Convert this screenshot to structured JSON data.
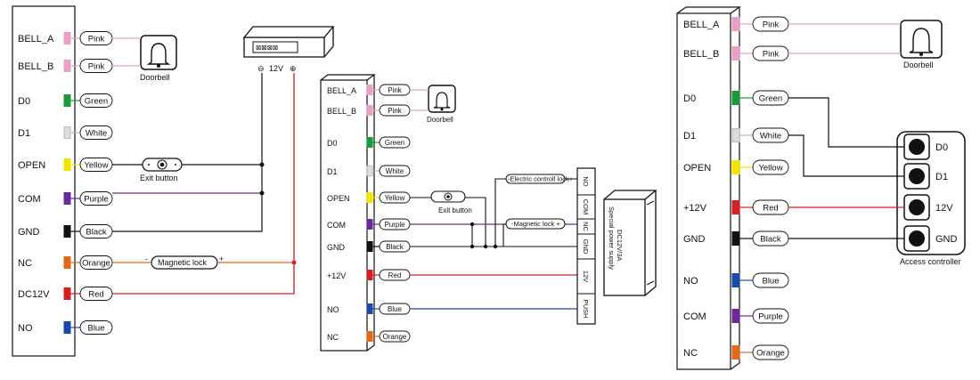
{
  "panel1": {
    "pins": [
      "BELL_A",
      "BELL_B",
      "D0",
      "D1",
      "OPEN",
      "COM",
      "GND",
      "NC",
      "DC12V",
      "NO"
    ],
    "wires": [
      "Pink",
      "Pink",
      "Green",
      "White",
      "Yellow",
      "Purple",
      "Black",
      "Orange",
      "Red",
      "Blue"
    ],
    "doorbell": "Doorbell",
    "exit_button": "Exit button",
    "magnetic_lock": "Magnetic lock",
    "lock_minus": "-",
    "lock_plus": "+",
    "psu_label": "12V"
  },
  "panel2": {
    "pins": [
      "BELL_A",
      "BELL_B",
      "D0",
      "D1",
      "OPEN",
      "COM",
      "GND",
      "+12V",
      "NO",
      "NC"
    ],
    "wires": [
      "Pink",
      "Pink",
      "Green",
      "White",
      "Yellow",
      "Purple",
      "Black",
      "Red",
      "Blue",
      "Orange"
    ],
    "doorbell": "Doorbell",
    "exit_button": "Exit button",
    "electric_lock": "-Electric controll lock+",
    "magnetic_lock": "-Magnetic lock +",
    "psu_terminals": [
      "NO",
      "COM",
      "NC",
      "GND",
      "12V",
      "PUSH"
    ],
    "psu_text_1": "DC12V/3A",
    "psu_text_2": "Special power supply"
  },
  "panel3": {
    "pins": [
      "BELL_A",
      "BELL_B",
      "D0",
      "D1",
      "OPEN",
      "+12V",
      "GND",
      "NO",
      "COM",
      "NC"
    ],
    "wires": [
      "Pink",
      "Pink",
      "Green",
      "White",
      "Yellow",
      "Red",
      "Black",
      "Blue",
      "Purple",
      "Orange"
    ],
    "doorbell": "Doorbell",
    "controller_terminals": [
      "D0",
      "D1",
      "12V",
      "GND"
    ],
    "controller_label": "Access controller"
  },
  "colors": {
    "Pink": "#e8a0c8",
    "Green": "#1a9a3a",
    "White": "#dddddd",
    "Yellow": "#f2e600",
    "Purple": "#6a2a9a",
    "Black": "#111111",
    "Orange": "#e06a1a",
    "Red": "#d42020",
    "Blue": "#1a4aaa"
  }
}
